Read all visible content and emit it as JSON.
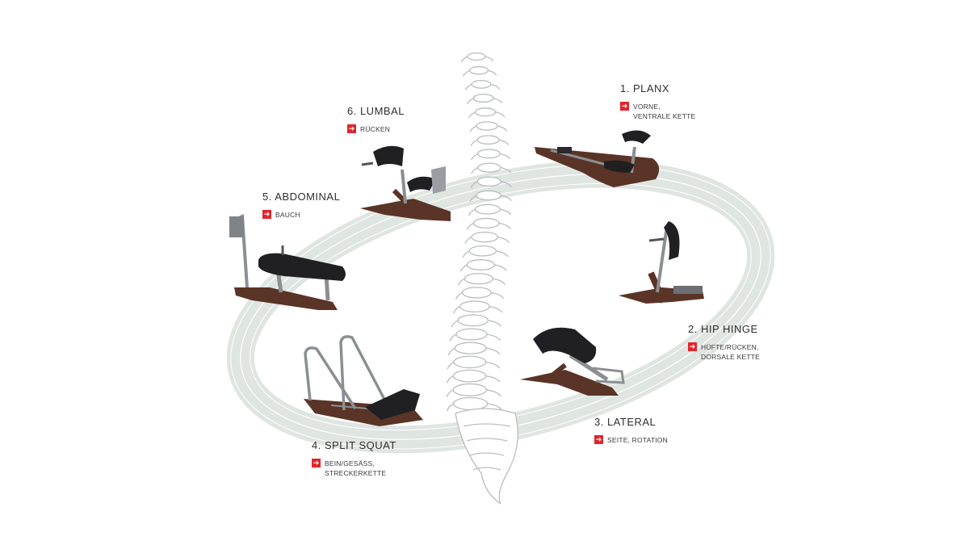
{
  "colors": {
    "track": "#dfe5e1",
    "track_line": "#ffffff",
    "spine": "#b9bcbf",
    "wood": "#5a3427",
    "pad": "#202022",
    "metal": "#8b8f93",
    "accent": "#e2242c"
  },
  "icon": "arrow-right-icon",
  "stations": [
    {
      "id": "planx",
      "title": "1. PLANX",
      "desc": "VORNE,\nVENTRALE KETTE"
    },
    {
      "id": "hip-hinge",
      "title": "2. HIP HINGE",
      "desc": "HÜFTE/RÜCKEN,\nDORSALE KETTE"
    },
    {
      "id": "lateral",
      "title": "3. LATERAL",
      "desc": "SEITE, ROTATION"
    },
    {
      "id": "split-squat",
      "title": "4. SPLIT SQUAT",
      "desc": "BEIN/GESÄSS,\nSTRECKERKETTE"
    },
    {
      "id": "abdominal",
      "title": "5. ABDOMINAL",
      "desc": "BAUCH"
    },
    {
      "id": "lumbal",
      "title": "6. LUMBAL",
      "desc": "RÜCKEN"
    }
  ]
}
